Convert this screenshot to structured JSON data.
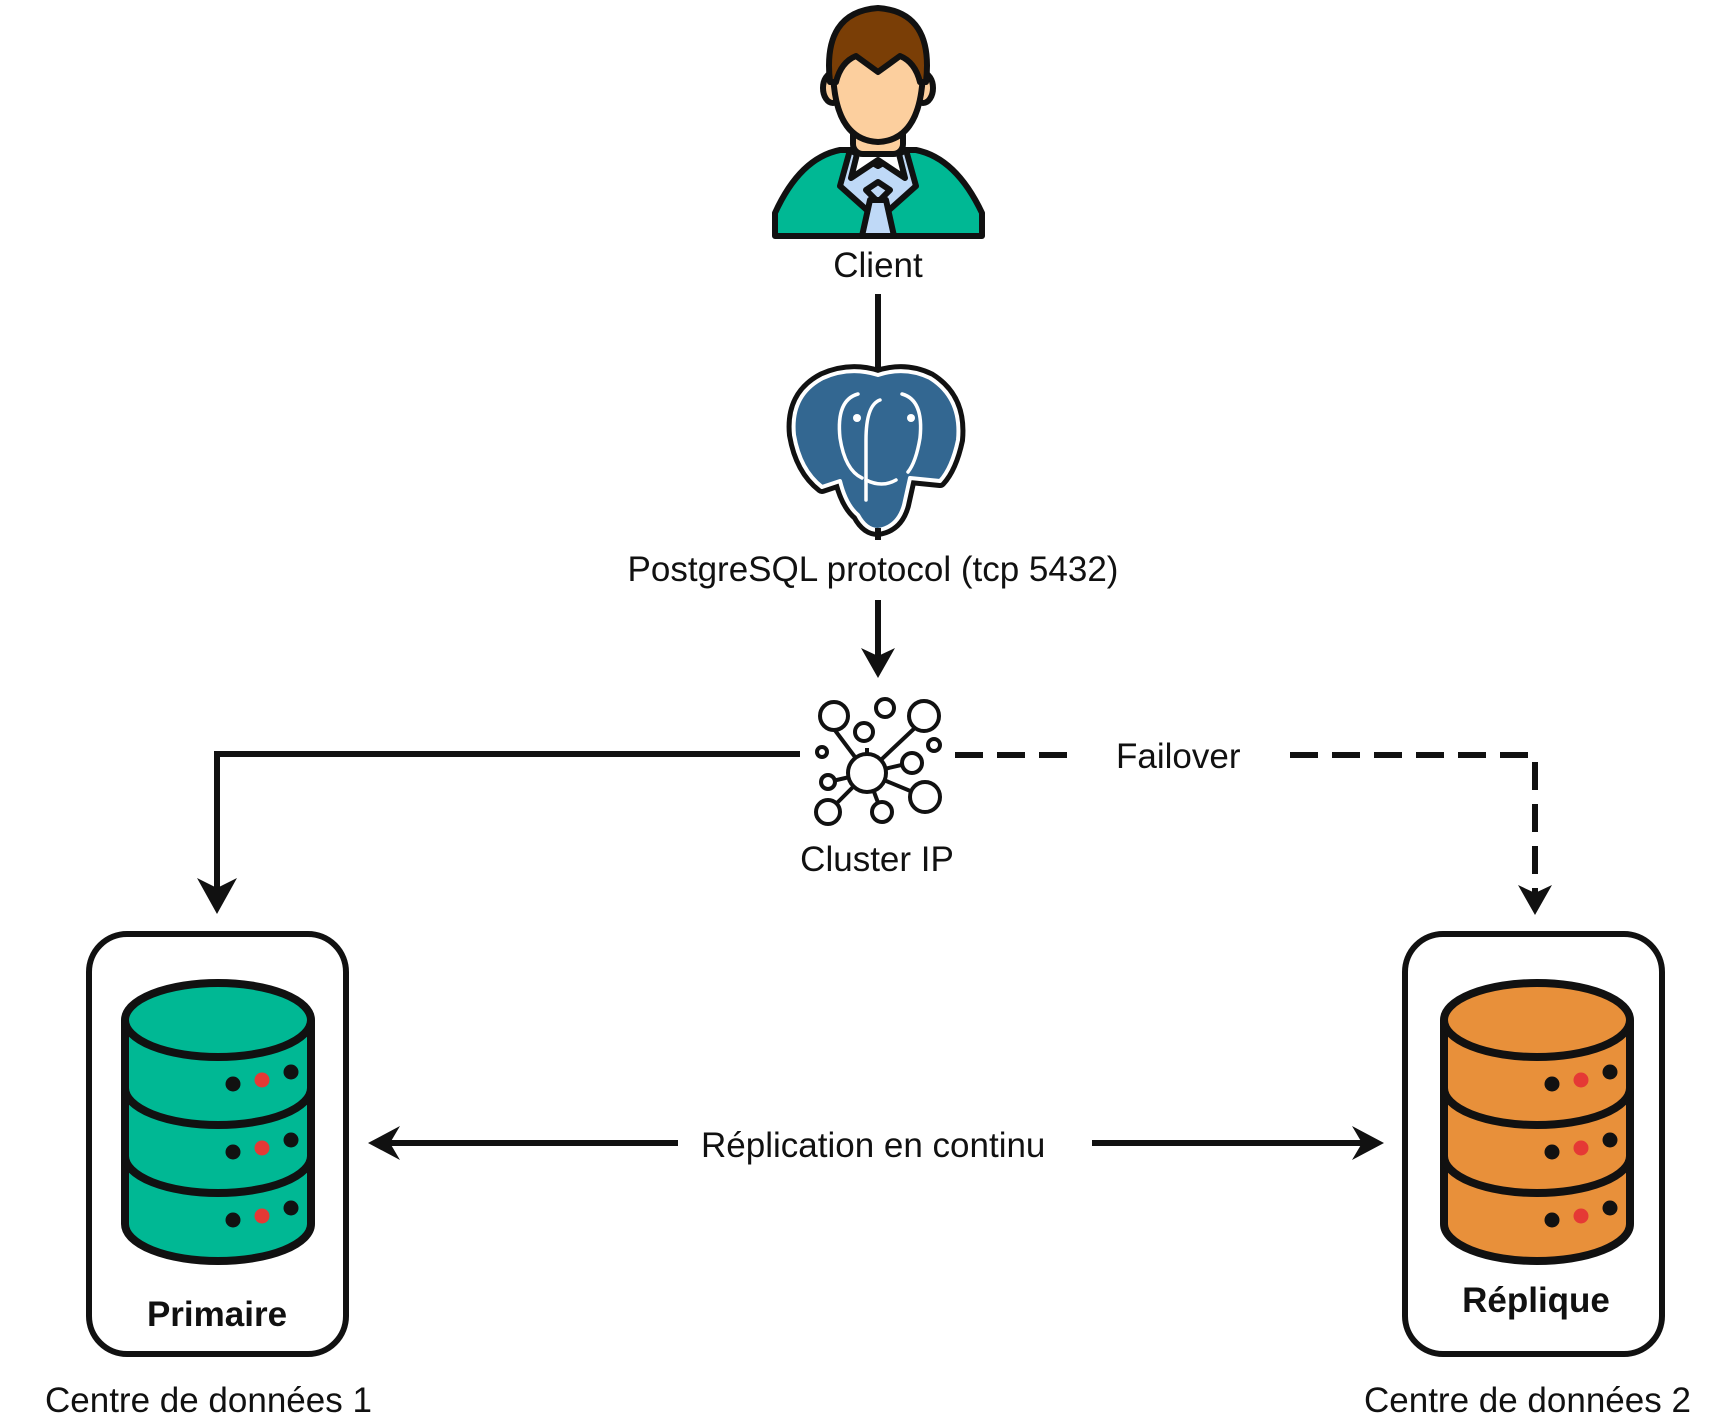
{
  "nodes": {
    "client": {
      "label": "Client",
      "icon": "person-icon"
    },
    "postgres": {
      "label": "PostgreSQL protocol (tcp 5432)",
      "icon": "postgresql-elephant-icon"
    },
    "cluster": {
      "label": "Cluster IP",
      "icon": "network-cluster-icon"
    },
    "primary": {
      "label": "Primaire",
      "location": "Centre de données 1",
      "icon": "database-server-icon",
      "color": "#00B894"
    },
    "replica": {
      "label": "Réplique",
      "location": "Centre de données 2",
      "icon": "database-server-icon",
      "color": "#E8903A"
    }
  },
  "edges": {
    "failover": {
      "label": "Failover"
    },
    "replication": {
      "label": "Réplication en continu"
    }
  },
  "colors": {
    "skin": "#FCCF9E",
    "hair": "#7A3E06",
    "shirt": "#00B894",
    "collar": "#BFD9F7",
    "elephant": "#336791",
    "led": "#E53935"
  }
}
